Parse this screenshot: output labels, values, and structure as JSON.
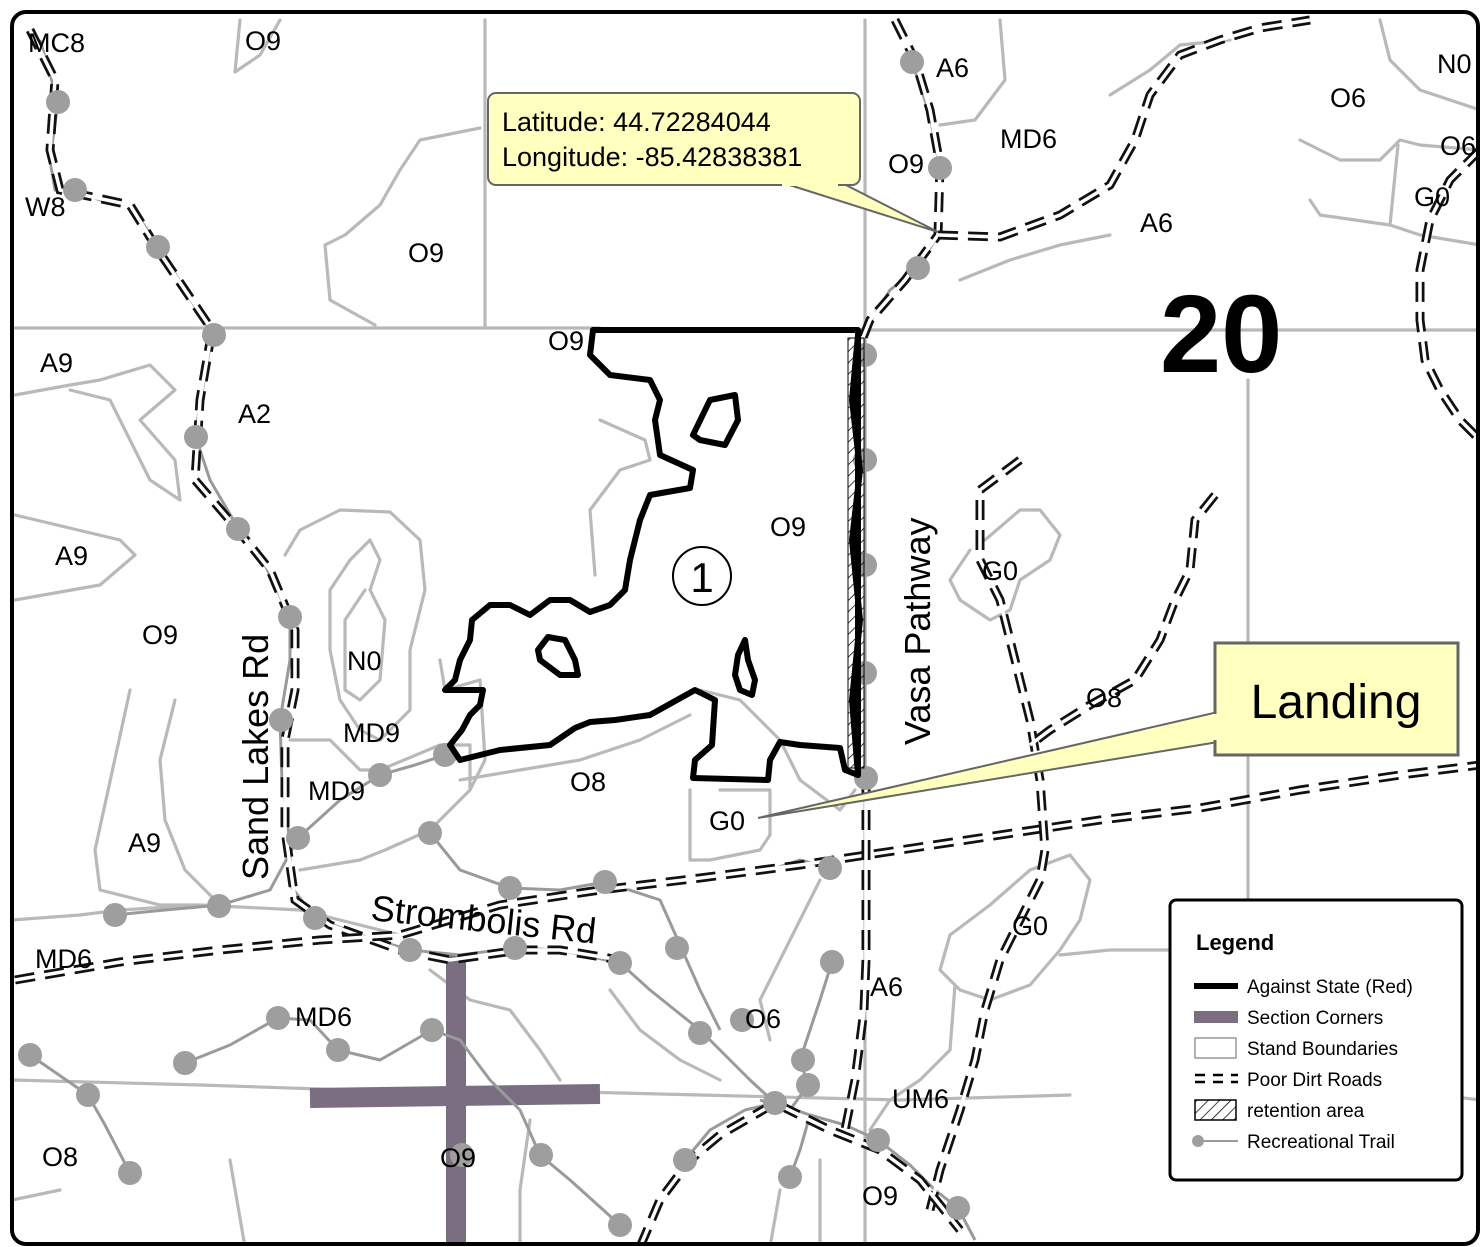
{
  "map": {
    "section_number": "20",
    "stand_number": "1",
    "coordinate_callout": {
      "latitude": "Latitude: 44.72284044",
      "longitude": "Longitude: -85.42838381"
    },
    "landing_label": "Landing",
    "road_labels": {
      "vasa": "Vasa Pathway",
      "sand_lakes": "Sand Lakes Rd",
      "strombolis": "Strombolis Rd"
    },
    "stand_labels": [
      "MC8",
      "O9",
      "A6",
      "N0",
      "O6",
      "MD6",
      "O9",
      "O6",
      "G0",
      "W8",
      "O9",
      "A6",
      "O9",
      "A9",
      "A2",
      "O9",
      "A9",
      "G0",
      "O9",
      "N0",
      "MD9",
      "MD9",
      "O8",
      "O8",
      "G0",
      "A9",
      "G0",
      "MD6",
      "A6",
      "MD6",
      "O6",
      "UM6",
      "O8",
      "O9",
      "O9"
    ]
  },
  "legend": {
    "title": "Legend",
    "items": [
      {
        "label": "Against State (Red)",
        "symbol": "thick-black-line"
      },
      {
        "label": "Section Corners",
        "symbol": "purple-bar"
      },
      {
        "label": "Stand Boundaries",
        "symbol": "box"
      },
      {
        "label": "Poor Dirt Roads",
        "symbol": "dashed-double-line"
      },
      {
        "label": "retention area",
        "symbol": "hatched-box"
      },
      {
        "label": "Recreational Trail",
        "symbol": "dot-line"
      }
    ]
  },
  "colors": {
    "stand_boundary": "#b9b9b9",
    "trail": "#9e9e9e",
    "section_corner": "#7a6e80",
    "callout_fill": "#ffffc0",
    "road": "#111111"
  }
}
